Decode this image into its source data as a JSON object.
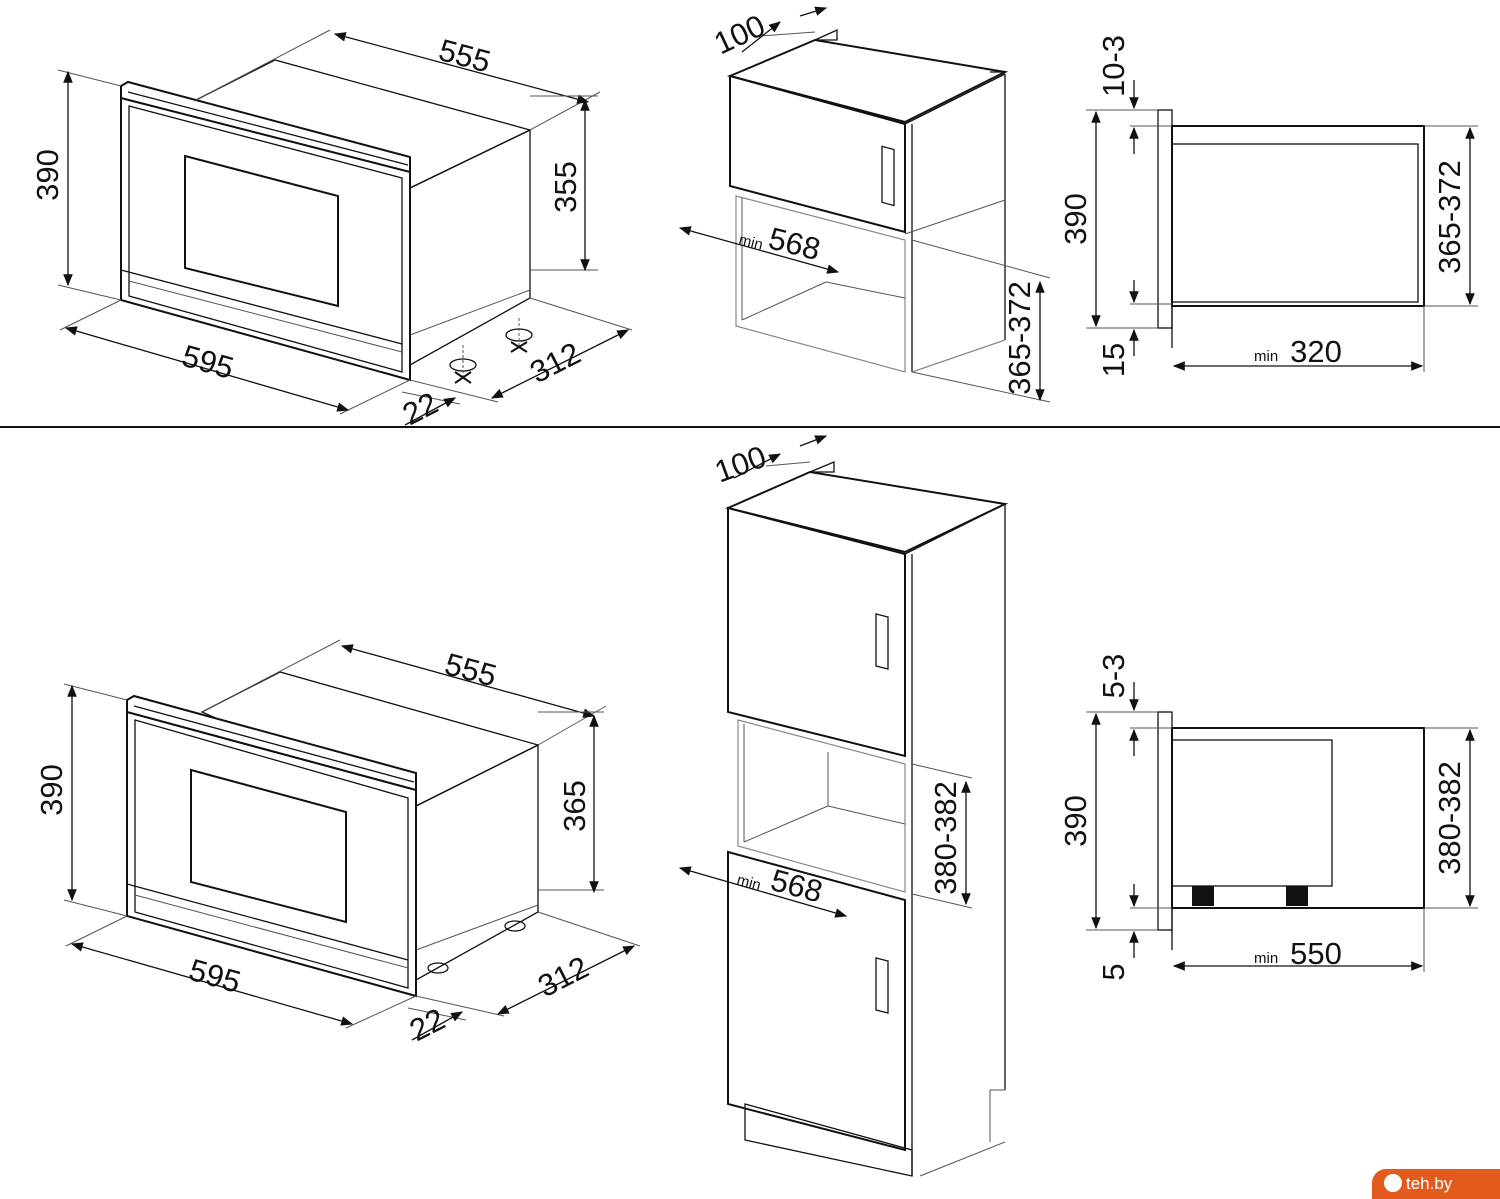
{
  "top": {
    "oven": {
      "width": "595",
      "depth": "555",
      "height_total": "390",
      "height_body": "355",
      "depth_side": "312",
      "front": "22"
    },
    "cabinet": {
      "clear": "100",
      "min_label": "min",
      "width_min": "568",
      "niche": "365-372"
    },
    "section": {
      "top_gap": "10-3",
      "height": "390",
      "bottom_gap": "15",
      "niche": "365-372",
      "min_label": "min",
      "depth_min": "320"
    }
  },
  "bottom": {
    "oven": {
      "width": "595",
      "depth": "555",
      "height_total": "390",
      "height_body": "365",
      "depth_side": "312",
      "front": "22"
    },
    "cabinet": {
      "clear": "100",
      "min_label": "min",
      "width_min": "568",
      "niche": "380-382"
    },
    "section": {
      "top_gap": "5-3",
      "height": "390",
      "bottom_gap": "5",
      "niche": "380-382",
      "min_label": "min",
      "depth_min": "550"
    }
  },
  "watermark": "teh.by"
}
